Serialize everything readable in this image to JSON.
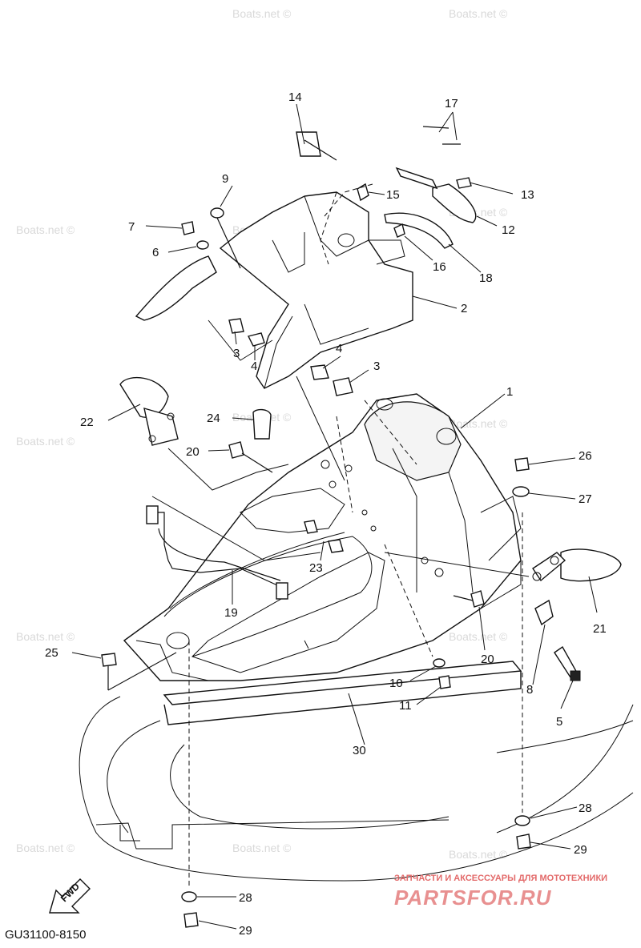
{
  "diagram_code": "GU31100-8150",
  "fwd_label": "FWD",
  "watermark_text": "Boats.net ©",
  "brand": {
    "tagline": "ЗАПЧАСТИ И АКСЕССУАРЫ ДЛЯ МОТОТЕХНИКИ",
    "name": "PARTSFOR.RU",
    "color": "#e36a6a"
  },
  "callouts": [
    {
      "id": "c1",
      "text": "1"
    },
    {
      "id": "c2",
      "text": "2"
    },
    {
      "id": "c3a",
      "text": "3"
    },
    {
      "id": "c3b",
      "text": "3"
    },
    {
      "id": "c4a",
      "text": "4"
    },
    {
      "id": "c4b",
      "text": "4"
    },
    {
      "id": "c5",
      "text": "5"
    },
    {
      "id": "c6",
      "text": "6"
    },
    {
      "id": "c7",
      "text": "7"
    },
    {
      "id": "c8",
      "text": "8"
    },
    {
      "id": "c9",
      "text": "9"
    },
    {
      "id": "c10",
      "text": "10"
    },
    {
      "id": "c11",
      "text": "11"
    },
    {
      "id": "c12",
      "text": "12"
    },
    {
      "id": "c13",
      "text": "13"
    },
    {
      "id": "c14",
      "text": "14"
    },
    {
      "id": "c15",
      "text": "15"
    },
    {
      "id": "c16",
      "text": "16"
    },
    {
      "id": "c17",
      "text": "17"
    },
    {
      "id": "c18",
      "text": "18"
    },
    {
      "id": "c19",
      "text": "19"
    },
    {
      "id": "c20a",
      "text": "20"
    },
    {
      "id": "c20b",
      "text": "20"
    },
    {
      "id": "c21",
      "text": "21"
    },
    {
      "id": "c22",
      "text": "22"
    },
    {
      "id": "c23",
      "text": "23"
    },
    {
      "id": "c24",
      "text": "24"
    },
    {
      "id": "c25",
      "text": "25"
    },
    {
      "id": "c26",
      "text": "26"
    },
    {
      "id": "c27",
      "text": "27"
    },
    {
      "id": "c28a",
      "text": "28"
    },
    {
      "id": "c28b",
      "text": "28"
    },
    {
      "id": "c29a",
      "text": "29"
    },
    {
      "id": "c29b",
      "text": "29"
    },
    {
      "id": "c30",
      "text": "30"
    }
  ]
}
